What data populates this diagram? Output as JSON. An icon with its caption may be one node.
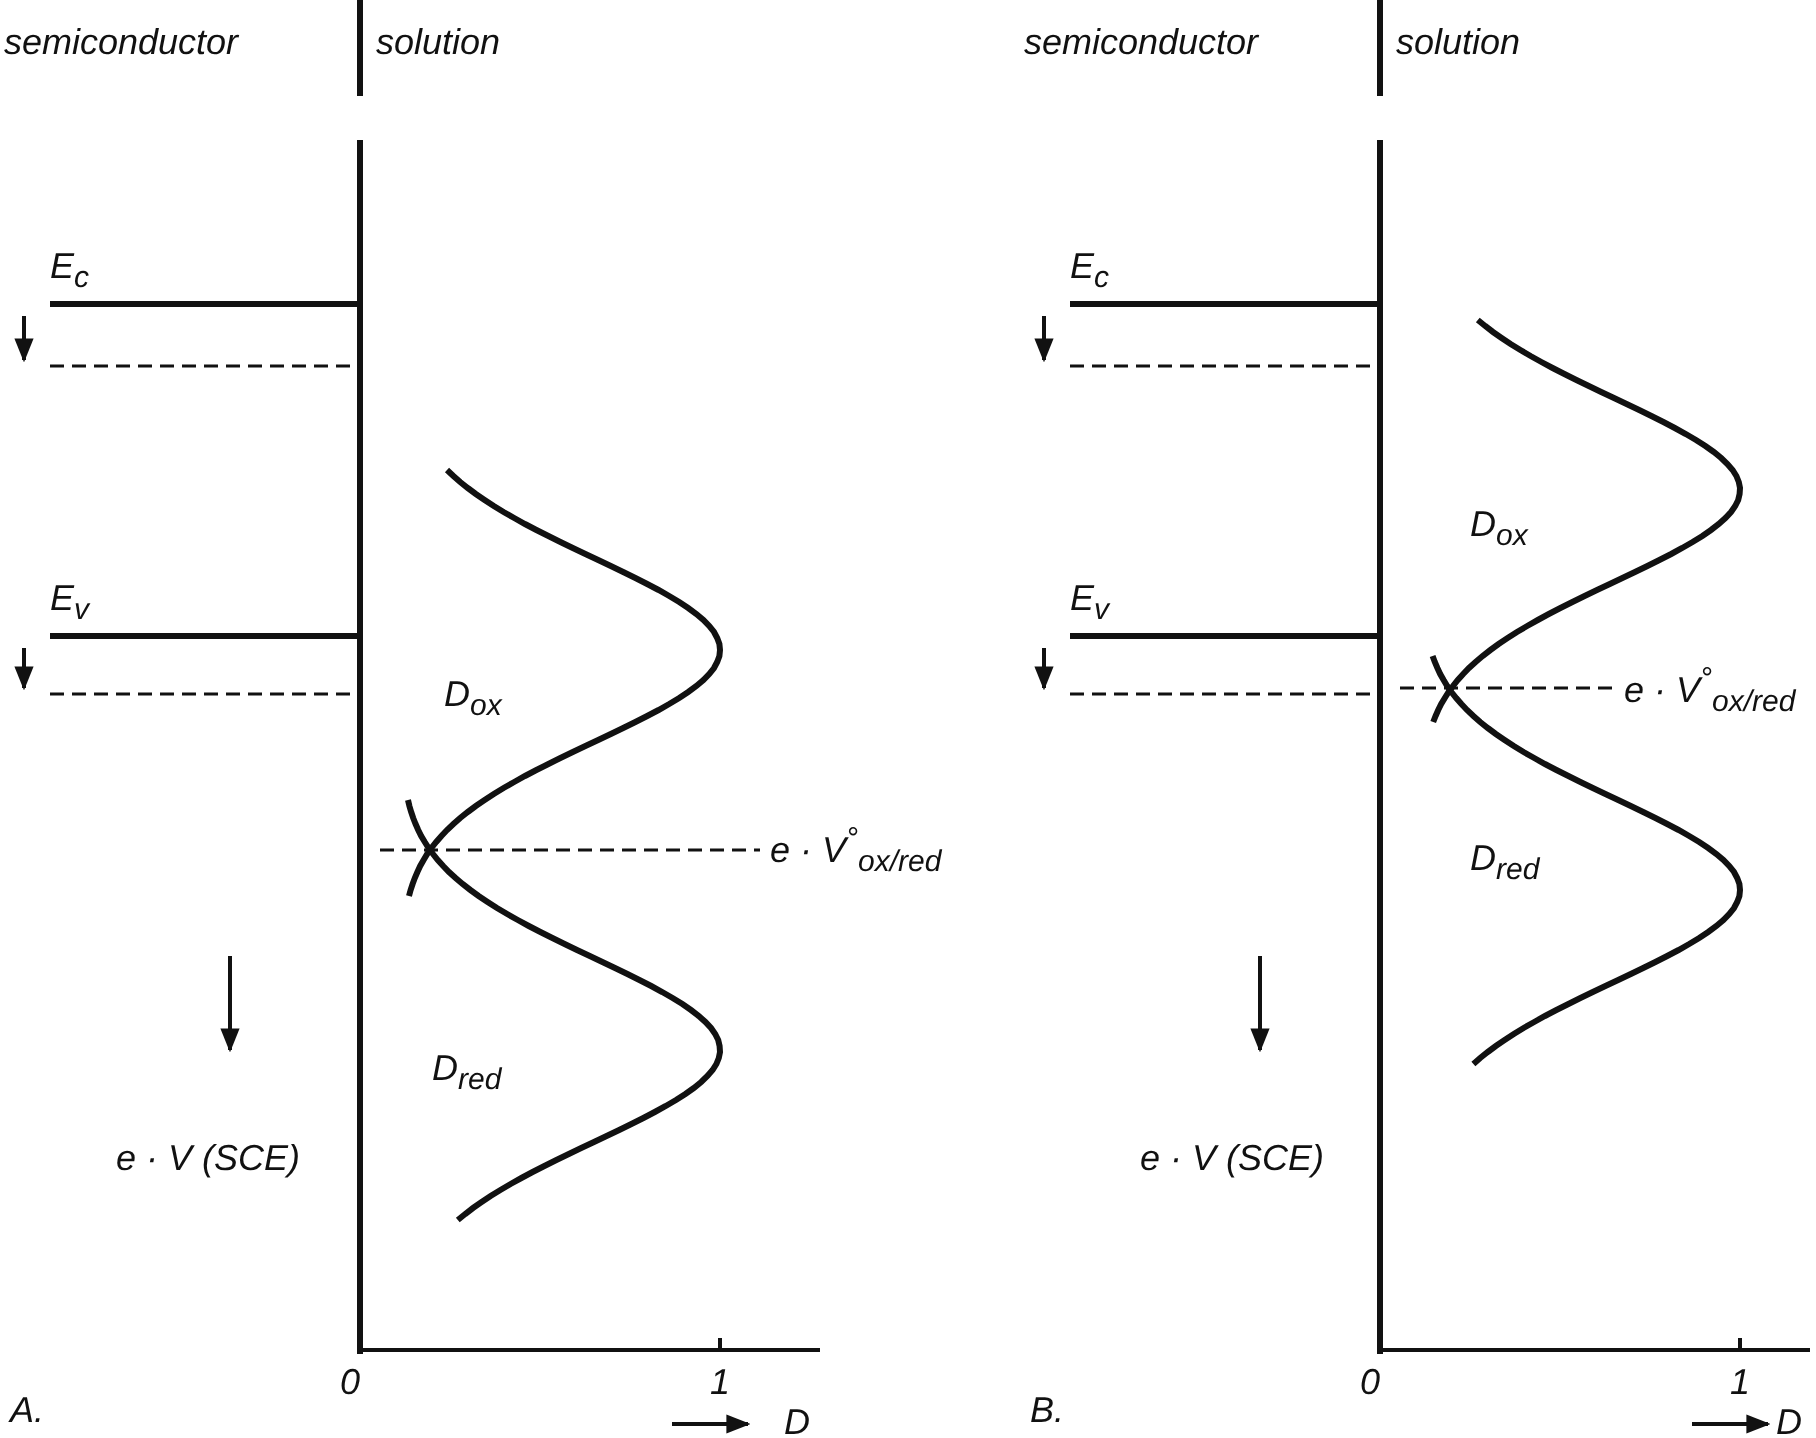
{
  "diagram": {
    "labels": [
      "semiconductor",
      "solution",
      "E$_{c}$",
      "E$_{v}$",
      "D$_{ox}$",
      "e · V$^{°}$$_{ox/red}$",
      "D$_{red}$",
      "e · V (SCE)",
      "0",
      "1",
      "D",
      "A.",
      "semiconductor",
      "solution",
      "E$_{c}$",
      "E$_{v}$",
      "D$_{ox}$",
      "e · V$^{°}$$_{ox/red}$",
      "D$_{red}$",
      "e · V (SCE)",
      "0",
      "1",
      "D",
      "B."
    ]
  }
}
